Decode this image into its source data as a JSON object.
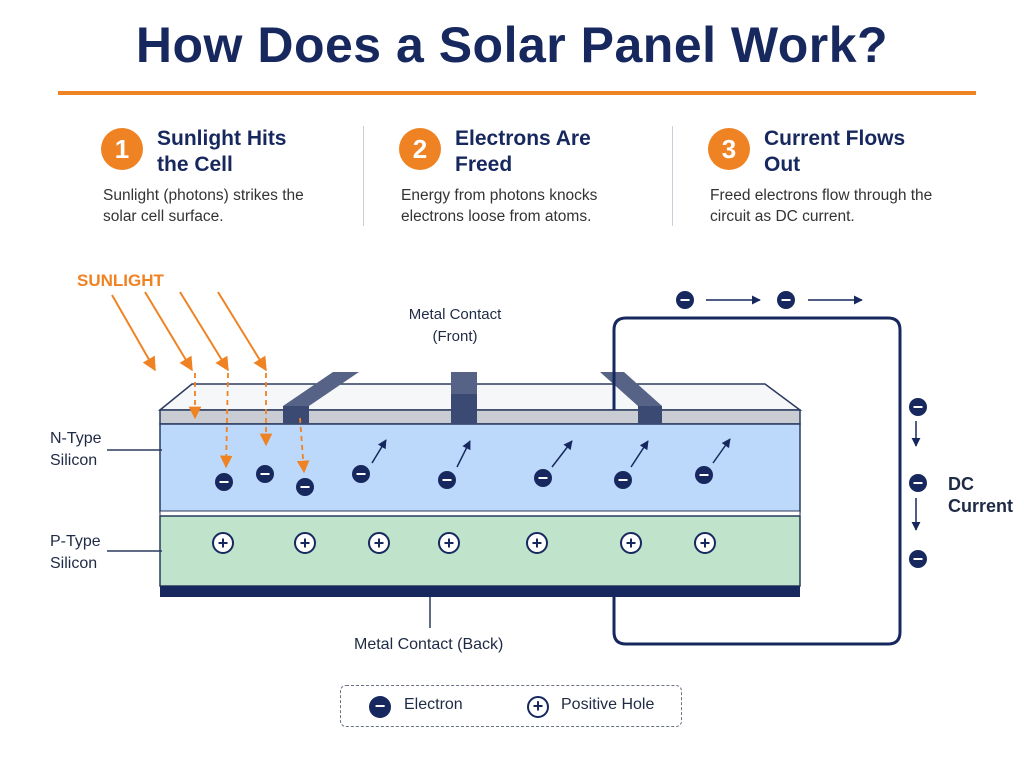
{
  "title": "How Does a Solar Panel Work?",
  "colors": {
    "accent": "#ef8323",
    "navy": "#17285e",
    "n_type": "#bcd9fb",
    "p_type": "#bfe3cb",
    "contact": "#3b4a73"
  },
  "steps": [
    {
      "number": "1",
      "heading": "Sunlight Hits the Cell",
      "description": "Sunlight (photons) strikes the solar cell surface."
    },
    {
      "number": "2",
      "heading": "Electrons Are Freed",
      "description": "Energy from photons knocks electrons loose from atoms."
    },
    {
      "number": "3",
      "heading": "Current Flows Out",
      "description": "Freed electrons flow through the circuit as DC current."
    }
  ],
  "labels": {
    "sunlight": "SUNLIGHT",
    "front_contact": "Metal Contact (Front)",
    "back_contact": "Metal Contact (Back)",
    "n_type": "N-Type Silicon",
    "p_type": "P-Type Silicon",
    "dc_current": "DC Current"
  },
  "legend": {
    "electron_symbol": "−",
    "electron_label": "Electron",
    "hole_symbol": "+",
    "hole_label": "Positive Hole"
  }
}
